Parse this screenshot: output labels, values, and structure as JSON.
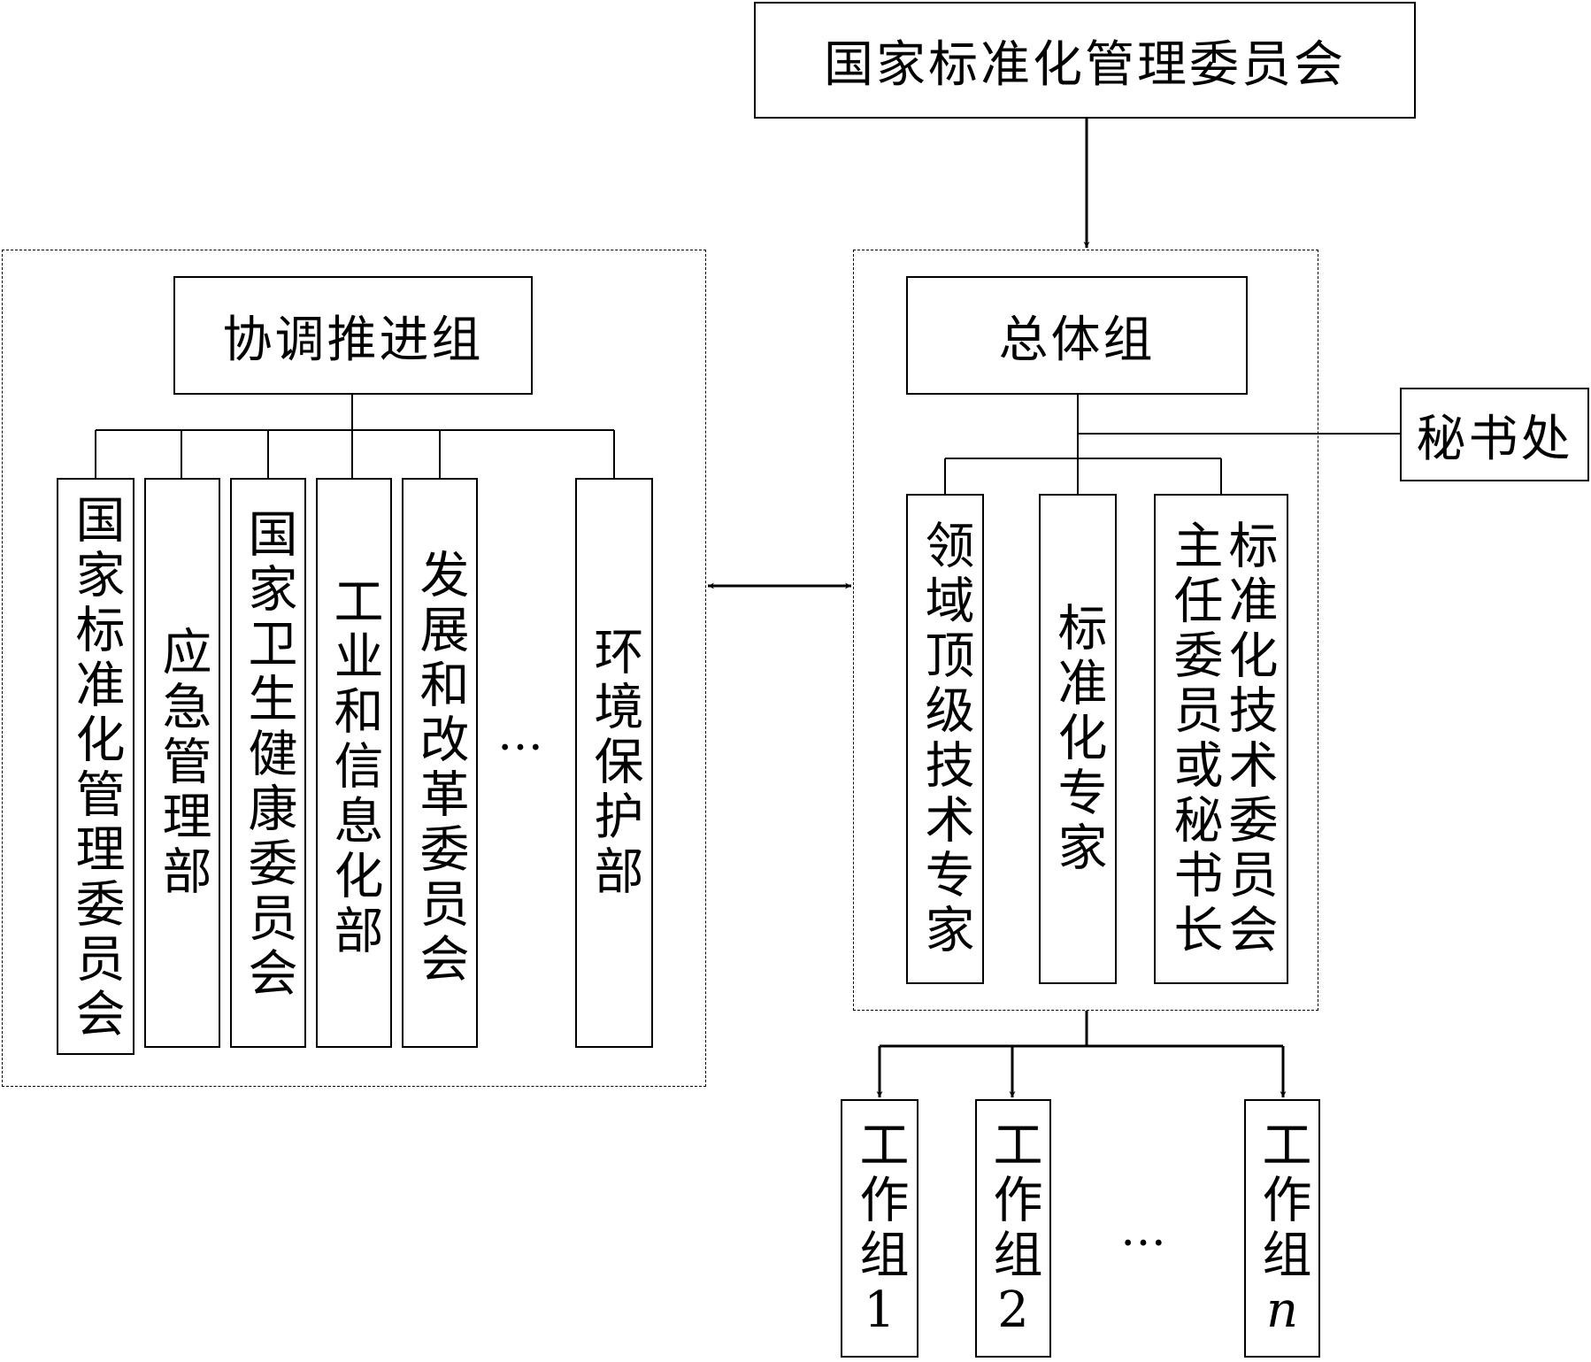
{
  "top": {
    "label": "国家标准化管理委员会"
  },
  "coord": {
    "title": "协调推进组",
    "members": [
      "国家标准化管理委员会",
      "应急管理部",
      "国家卫生健康委员会",
      "工业和信息化部",
      "发展和改革委员会",
      "环境保护部"
    ],
    "ellipsis": "…"
  },
  "overall": {
    "title": "总体组",
    "members": [
      "领域顶级技术专家",
      "标准化专家"
    ],
    "member3": {
      "col1": "标准化技术委员会",
      "col2": "主任委员或秘书长"
    }
  },
  "secretariat": {
    "label": "秘书处"
  },
  "working_groups": {
    "items": [
      {
        "label": "工作组",
        "num": "1"
      },
      {
        "label": "工作组",
        "num": "2"
      },
      {
        "label": "工作组",
        "num": "n"
      }
    ],
    "ellipsis": "…"
  }
}
